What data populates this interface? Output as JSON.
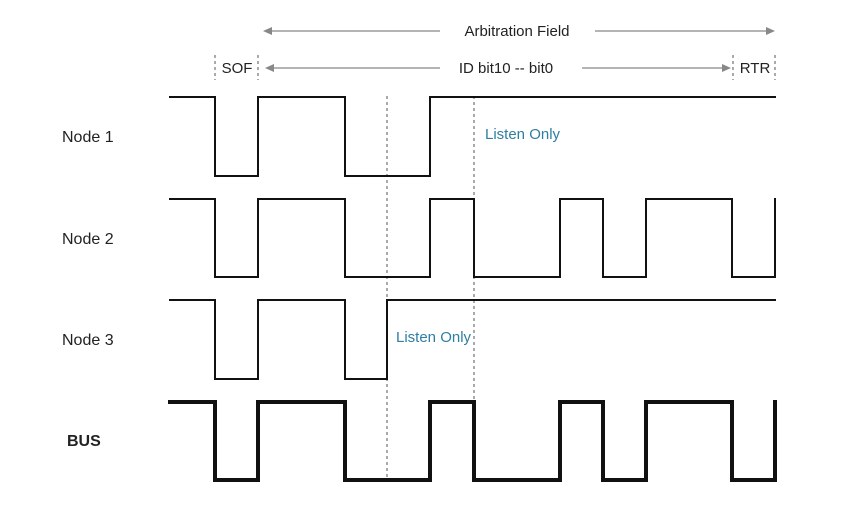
{
  "header": {
    "arbitration_label": "Arbitration Field",
    "sof_label": "SOF",
    "id_label": "ID bit10 -- bit0",
    "rtr_label": "RTR"
  },
  "rows": [
    {
      "label": "Node 1",
      "note": "Listen Only",
      "bold": false
    },
    {
      "label": "Node 2",
      "note": "",
      "bold": false
    },
    {
      "label": "Node 3",
      "note": "Listen Only",
      "bold": false
    },
    {
      "label": "BUS",
      "note": "",
      "bold": true
    }
  ],
  "signals": {
    "bit_edges": [
      170,
      215,
      258,
      345,
      387,
      430,
      474,
      560,
      603,
      646,
      732,
      775
    ],
    "node1": [
      1,
      0,
      1,
      0,
      0,
      1,
      1,
      1,
      1,
      1,
      1
    ],
    "node2": [
      1,
      0,
      1,
      0,
      0,
      1,
      0,
      1,
      0,
      1,
      0
    ],
    "node3": [
      1,
      0,
      1,
      0,
      1,
      1,
      1,
      1,
      1,
      1,
      1
    ],
    "bus": [
      1,
      0,
      1,
      0,
      0,
      1,
      0,
      1,
      0,
      1,
      0
    ]
  },
  "colors": {
    "signal": "#111111",
    "listen_only": "#2e7fa0",
    "arrow": "#888888",
    "guide": "#555555"
  }
}
